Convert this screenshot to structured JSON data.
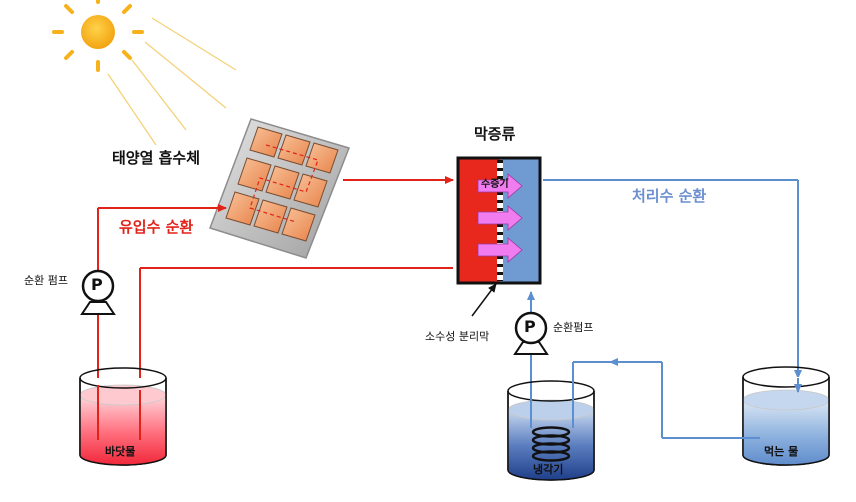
{
  "labels": {
    "solar_absorber": "태양열 흡수체",
    "membrane_distillation": "막증류",
    "inflow_circulation": "유입수 순환",
    "treated_circulation": "처리수 순환",
    "vapor": "수증기",
    "hydrophobic_membrane": "소수성 분리막",
    "pump_left": "순환 펌프",
    "pump_right": "순환펌프",
    "pump_symbol": "P",
    "seawater": "바닷물",
    "cooler": "냉각기",
    "drinking_water": "먹는 물"
  },
  "colors": {
    "hot_line": "#e2231a",
    "cold_line": "#5b8fd0",
    "hot_chamber": "#e8281c",
    "cold_chamber": "#6f9ad2",
    "vapor_arrow": "#f07cf0",
    "sun": "#f6b21c",
    "panel_cell": "#f09a62",
    "panel_frame": "#b9b9b9",
    "treated_text": "#6b8fd0",
    "inflow_text": "#e2231a"
  }
}
